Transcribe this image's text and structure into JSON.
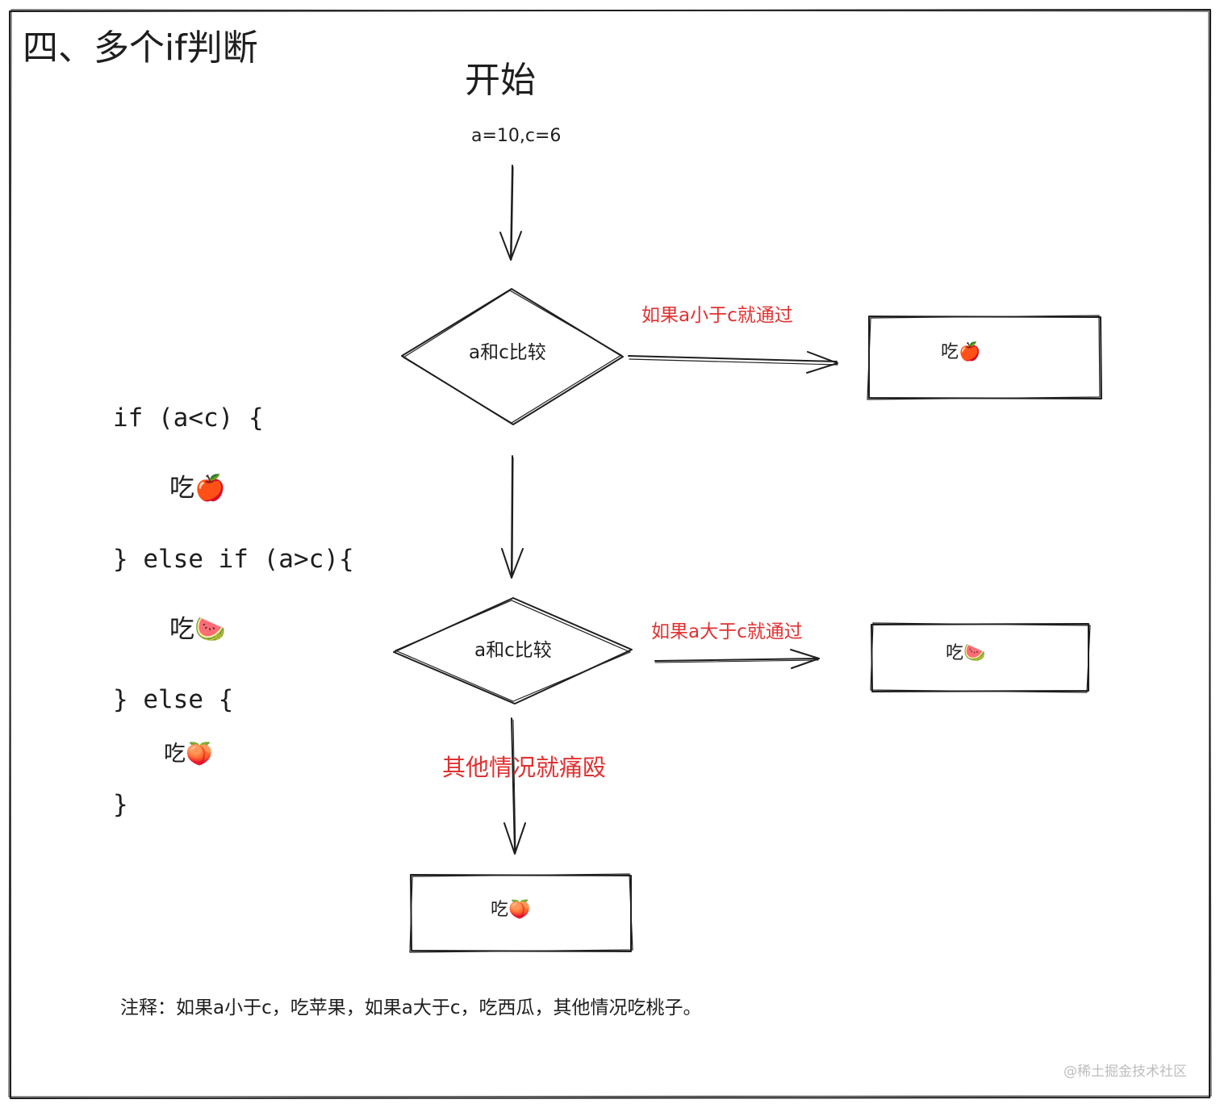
{
  "title": "四、多个if判断",
  "start": {
    "label": "开始",
    "init": "a=10,c=6"
  },
  "decisions": [
    {
      "label": "a和c比较"
    },
    {
      "label": "a和c比较"
    }
  ],
  "conditions": {
    "less": "如果a小于c就通过",
    "greater": "如果a大于c就通过",
    "other": "其他情况就痛殴"
  },
  "results": {
    "apple": "吃🍎",
    "watermelon": "吃🍉",
    "peach": "吃🍑"
  },
  "code": [
    "if (a<c) {",
    "吃🍎",
    "} else if (a>c){",
    "吃🍉",
    "} else {",
    "吃🍑",
    "}"
  ],
  "note": "注释：如果a小于c，吃苹果，如果a大于c，吃西瓜，其他情况吃桃子。",
  "watermark": "@稀土掘金技术社区",
  "colors": {
    "stroke": "#1e1e1e",
    "condition_text": "#e03131",
    "watermark": "#bdbdbd"
  }
}
